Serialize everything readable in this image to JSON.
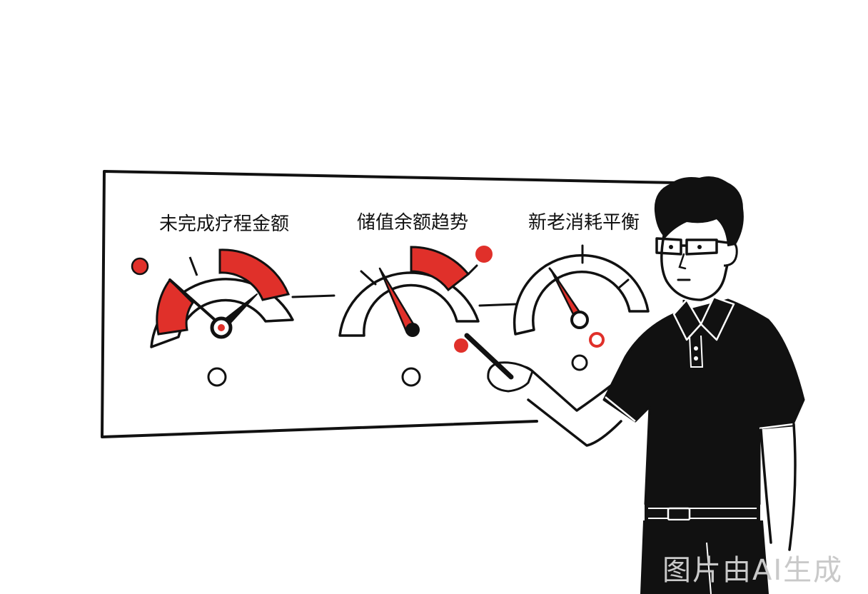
{
  "gauges": [
    {
      "title": "未完成疗程金额"
    },
    {
      "title": "储值余额趋势"
    },
    {
      "title": "新老消耗平衡"
    }
  ],
  "watermark": "图片由AI生成",
  "colors": {
    "accent": "#e0302a",
    "ink": "#111111",
    "background": "#ffffff"
  }
}
